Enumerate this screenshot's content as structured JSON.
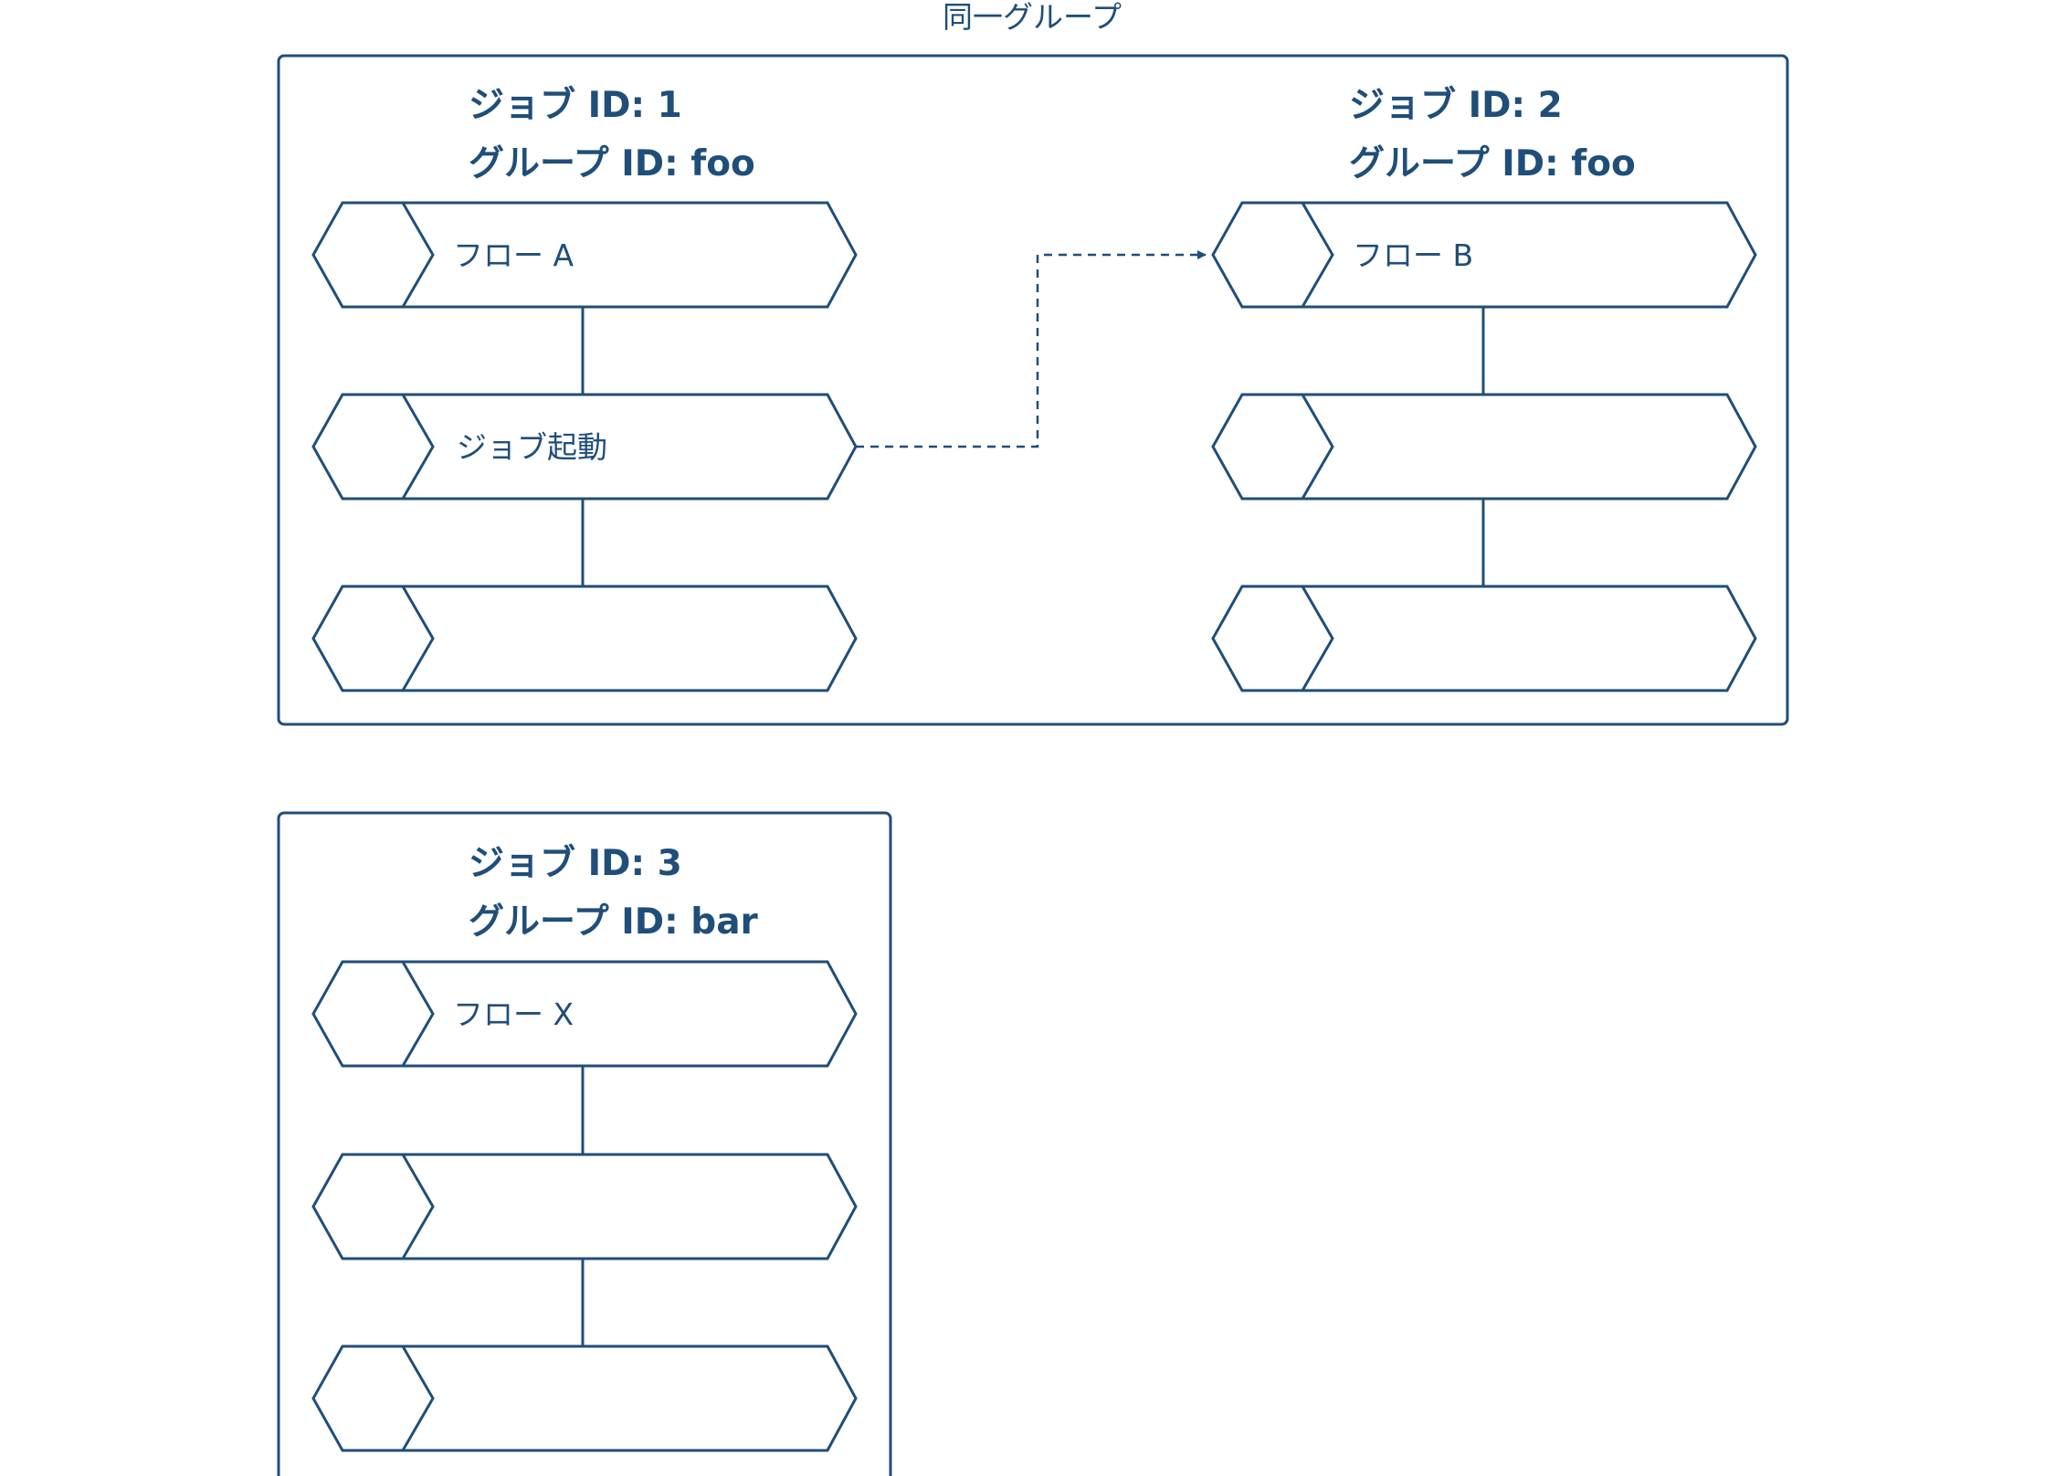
{
  "colors": {
    "stroke": "#1f4e79",
    "text": "#1f4e79",
    "background": "#ffffff"
  },
  "top_caption": "同一グループ",
  "jobs": [
    {
      "job_label": "ジョブ ID: 1",
      "group_label": "グループ ID: foo",
      "nodes": [
        "フロー A",
        "ジョブ起動",
        ""
      ]
    },
    {
      "job_label": "ジョブ ID: 2",
      "group_label": "グループ ID: foo",
      "nodes": [
        "フロー B",
        "",
        ""
      ]
    },
    {
      "job_label": "ジョブ ID: 3",
      "group_label": "グループ ID: bar",
      "nodes": [
        "フロー X",
        "",
        ""
      ]
    }
  ],
  "edges": [
    {
      "from": "job-1-node-2",
      "to": "job-2-node-1",
      "style": "dashed-arrow"
    }
  ]
}
